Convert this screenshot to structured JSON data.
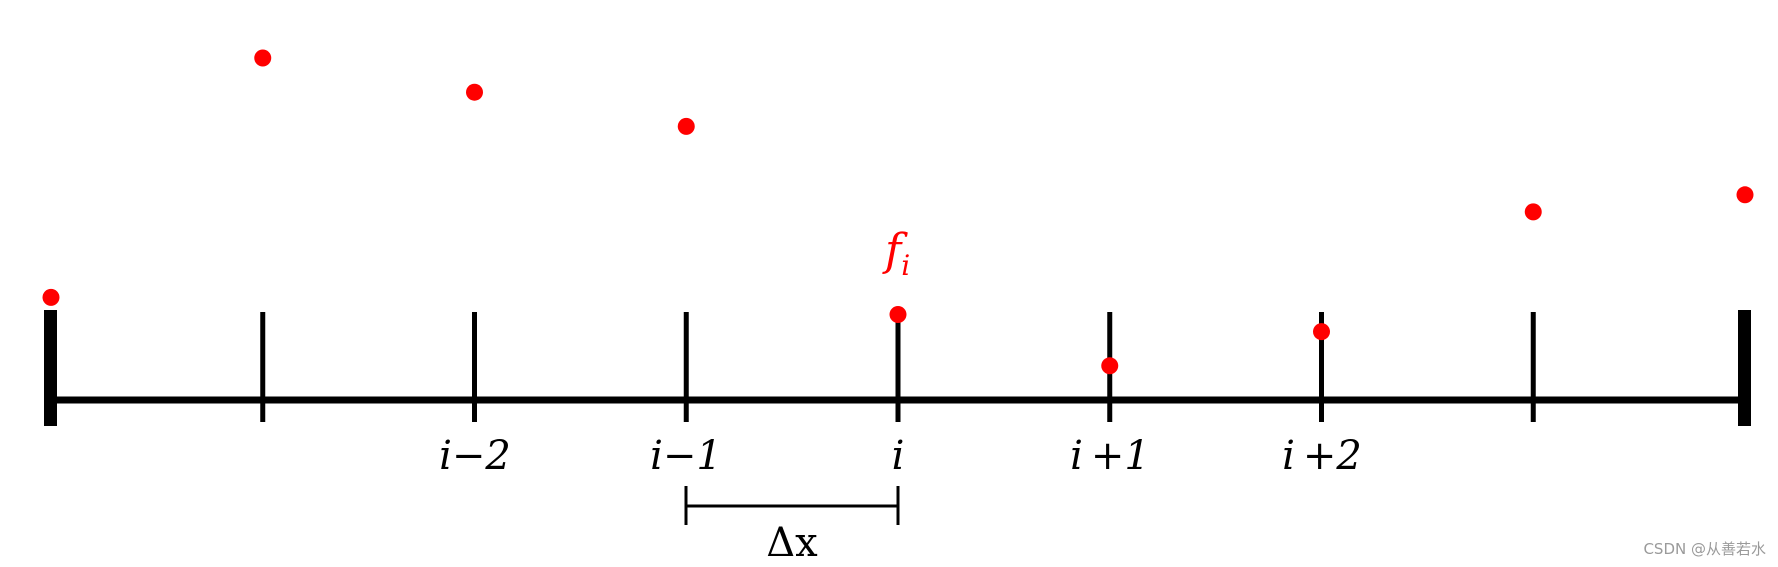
{
  "grid_labels": [
    "i−2",
    "i−1",
    "i",
    "i +1",
    "i +2"
  ],
  "function_label": "f",
  "function_subscript": "i",
  "spacing_label": "Δx",
  "watermark": "CSDN @从善若水",
  "colors": {
    "line": "#000000",
    "points": "#ff0000"
  },
  "grid": {
    "node_count": 9,
    "labeled_nodes_from": 2
  },
  "sample_values": [
    0.3,
    1.0,
    0.9,
    0.8,
    0.25,
    0.1,
    0.2,
    0.55,
    0.6
  ]
}
